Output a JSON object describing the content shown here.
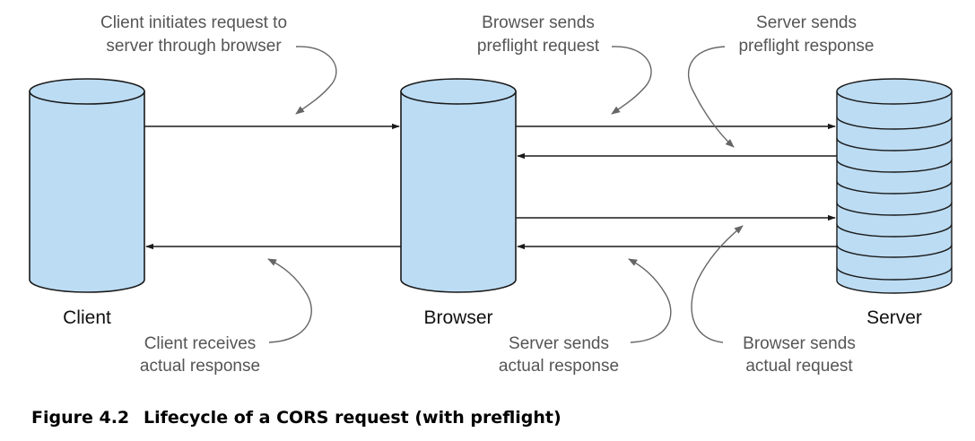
{
  "nodes": {
    "client": "Client",
    "browser": "Browser",
    "server": "Server"
  },
  "annotations": {
    "client_initiates": [
      "Client initiates request to",
      "server through browser"
    ],
    "browser_preflight": [
      "Browser sends",
      "preflight request"
    ],
    "server_preflight": [
      "Server sends",
      "preflight response"
    ],
    "client_receives": [
      "Client receives",
      "actual response"
    ],
    "server_actual": [
      "Server sends",
      "actual response"
    ],
    "browser_actual": [
      "Browser sends",
      "actual request"
    ]
  },
  "caption": {
    "number": "Figure 4.2",
    "text": "Lifecycle of a CORS request (with preflight)"
  },
  "colors": {
    "cylinder_fill": "#bcdcf3",
    "outline": "#1a1a1a",
    "annotation_text": "#555555"
  }
}
